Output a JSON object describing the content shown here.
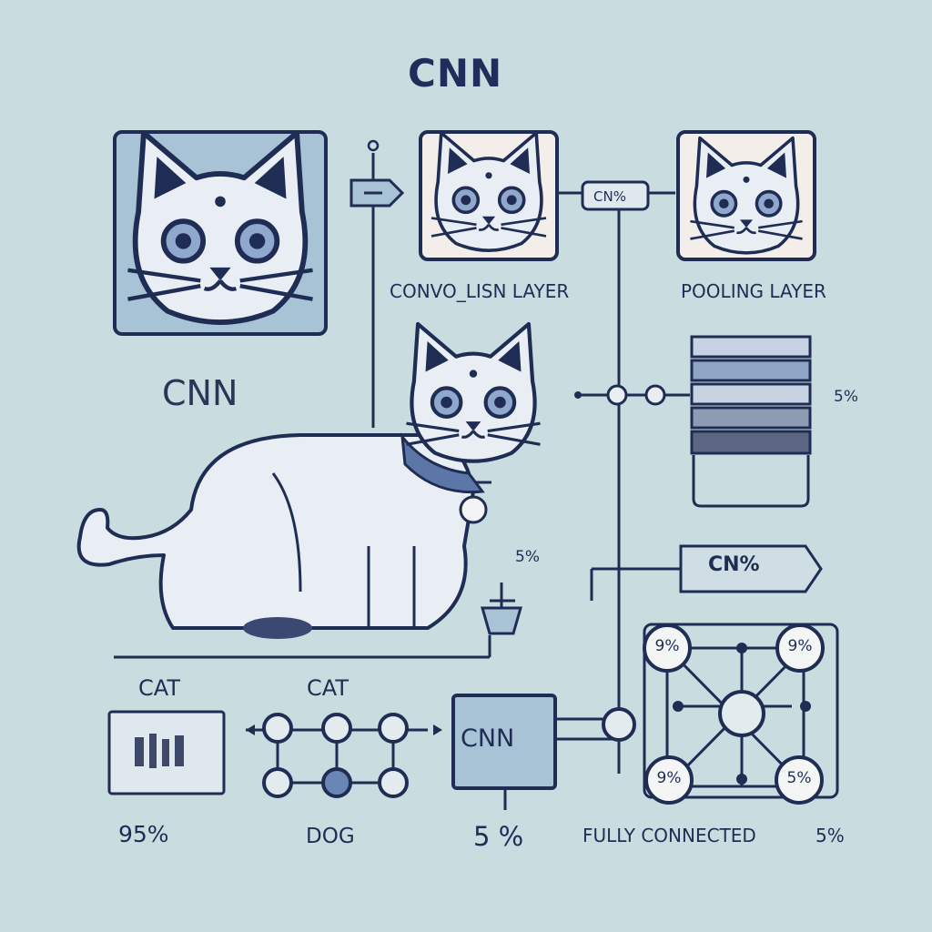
{
  "title": "CNN",
  "side_label": "CNN",
  "conv_label": "CONVO_LISN LAYER",
  "pool_label": "POOLING LAYER",
  "percent_right": "5%",
  "percent_mid": "5%",
  "tag_small": "CN%",
  "tag_large": "CN%",
  "cnn_block_label": "CNN",
  "cat_label_1": "CAT",
  "cat_label_2": "CAT",
  "percent_95": "95%",
  "dog_label": "DOG",
  "percent_bottom": "5 %",
  "fully_connected_label": "FULLY CONNECTED",
  "fully_connected_percent": "5%",
  "network_nodes": [
    "9%",
    "9%",
    "9%",
    "5%"
  ],
  "colors": {
    "background": "#c9dde0",
    "line": "#1f2d55",
    "cat_fill": "#e6ecf2",
    "panel": "#a9c3d6",
    "accent": "#7f9ac1"
  }
}
